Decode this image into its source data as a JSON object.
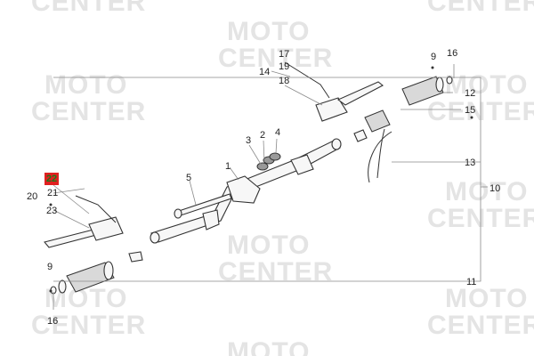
{
  "watermark": [
    "MOTO",
    "CENTER"
  ],
  "callouts": {
    "c1": "1",
    "c2": "2",
    "c3": "3",
    "c4": "4",
    "c5": "5",
    "c9a": "9",
    "c9b": "9",
    "c10": "10",
    "c11": "11",
    "c12": "12",
    "c13": "13",
    "c14": "14",
    "c15": "15",
    "c16a": "16",
    "c16b": "16",
    "c17": "17",
    "c18": "18",
    "c19": "19",
    "c20": "20",
    "c21": "21",
    "c22": "22",
    "c23": "23"
  },
  "colors": {
    "highlight": "#e02020",
    "callout_text": "#222222",
    "watermark": "#e4e4e4"
  }
}
